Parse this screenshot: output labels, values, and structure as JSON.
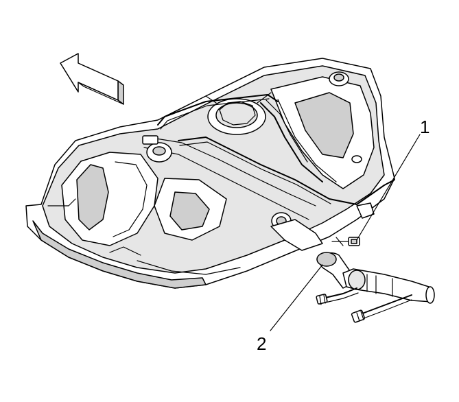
{
  "callouts": [
    {
      "id": "1",
      "label": "1"
    },
    {
      "id": "2",
      "label": "2"
    }
  ],
  "icons": {
    "direction_arrow": "forward-direction-arrow-icon"
  }
}
